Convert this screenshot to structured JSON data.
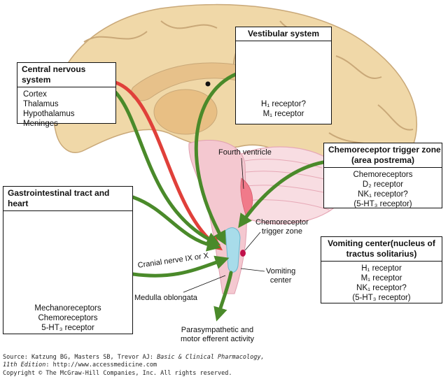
{
  "cns": {
    "title": "Central nervous system",
    "items": [
      "Cortex",
      "Thalamus",
      "Hypothalamus",
      "Meninges"
    ]
  },
  "vestibular": {
    "title": "Vestibular system",
    "receptors": [
      "H₁ receptor?",
      "M₁ receptor"
    ]
  },
  "ctz_box": {
    "title_line1": "Chemoreceptor trigger zone",
    "title_line2": "(area postrema)",
    "receptors": [
      "Chemoreceptors",
      "D₂ receptor",
      "NK₁ receptor?",
      "(5-HT₃ receptor)"
    ]
  },
  "gi": {
    "title": "Gastrointestinal tract and heart",
    "receptors": [
      "Mechanoreceptors",
      "Chemoreceptors",
      "5-HT₃ receptor"
    ]
  },
  "vomiting_center_box": {
    "title_line1": "Vomiting center(nucleus of",
    "title_line2": "tractus solitarius)",
    "receptors": [
      "H₁ receptor",
      "M₁ receptor",
      "NK₁ receptor?",
      "(5-HT₃ receptor)"
    ]
  },
  "labels": {
    "fourth_ventricle": "Fourth ventricle",
    "ctz_line1": "Chemoreceptor",
    "ctz_line2": "trigger zone",
    "vomiting_line1": "Vomiting",
    "vomiting_line2": "center",
    "cranial_nerve": "Cranial nerve IX or X",
    "medulla": "Medulla oblongata",
    "output_line1": "Parasympathetic and",
    "output_line2": "motor efferent activity"
  },
  "footer": {
    "source_prefix": "Source: Katzung BG, Masters SB, Trevor AJ: ",
    "book": "Basic & Clinical Pharmacology,",
    "edition": "11th Edition",
    "url": ": http://www.accessmedicine.com",
    "copyright": "Copyright © The McGraw-Hill Companies, Inc. All rights reserved."
  },
  "colors": {
    "green_pathway": "#4a8a2a",
    "red_pathway": "#e0403a",
    "brain": "#f0d8a8",
    "brainstem": "#f4c8d0",
    "medulla_center": "#a8dcea",
    "ctz_dot": "#c0104a"
  }
}
